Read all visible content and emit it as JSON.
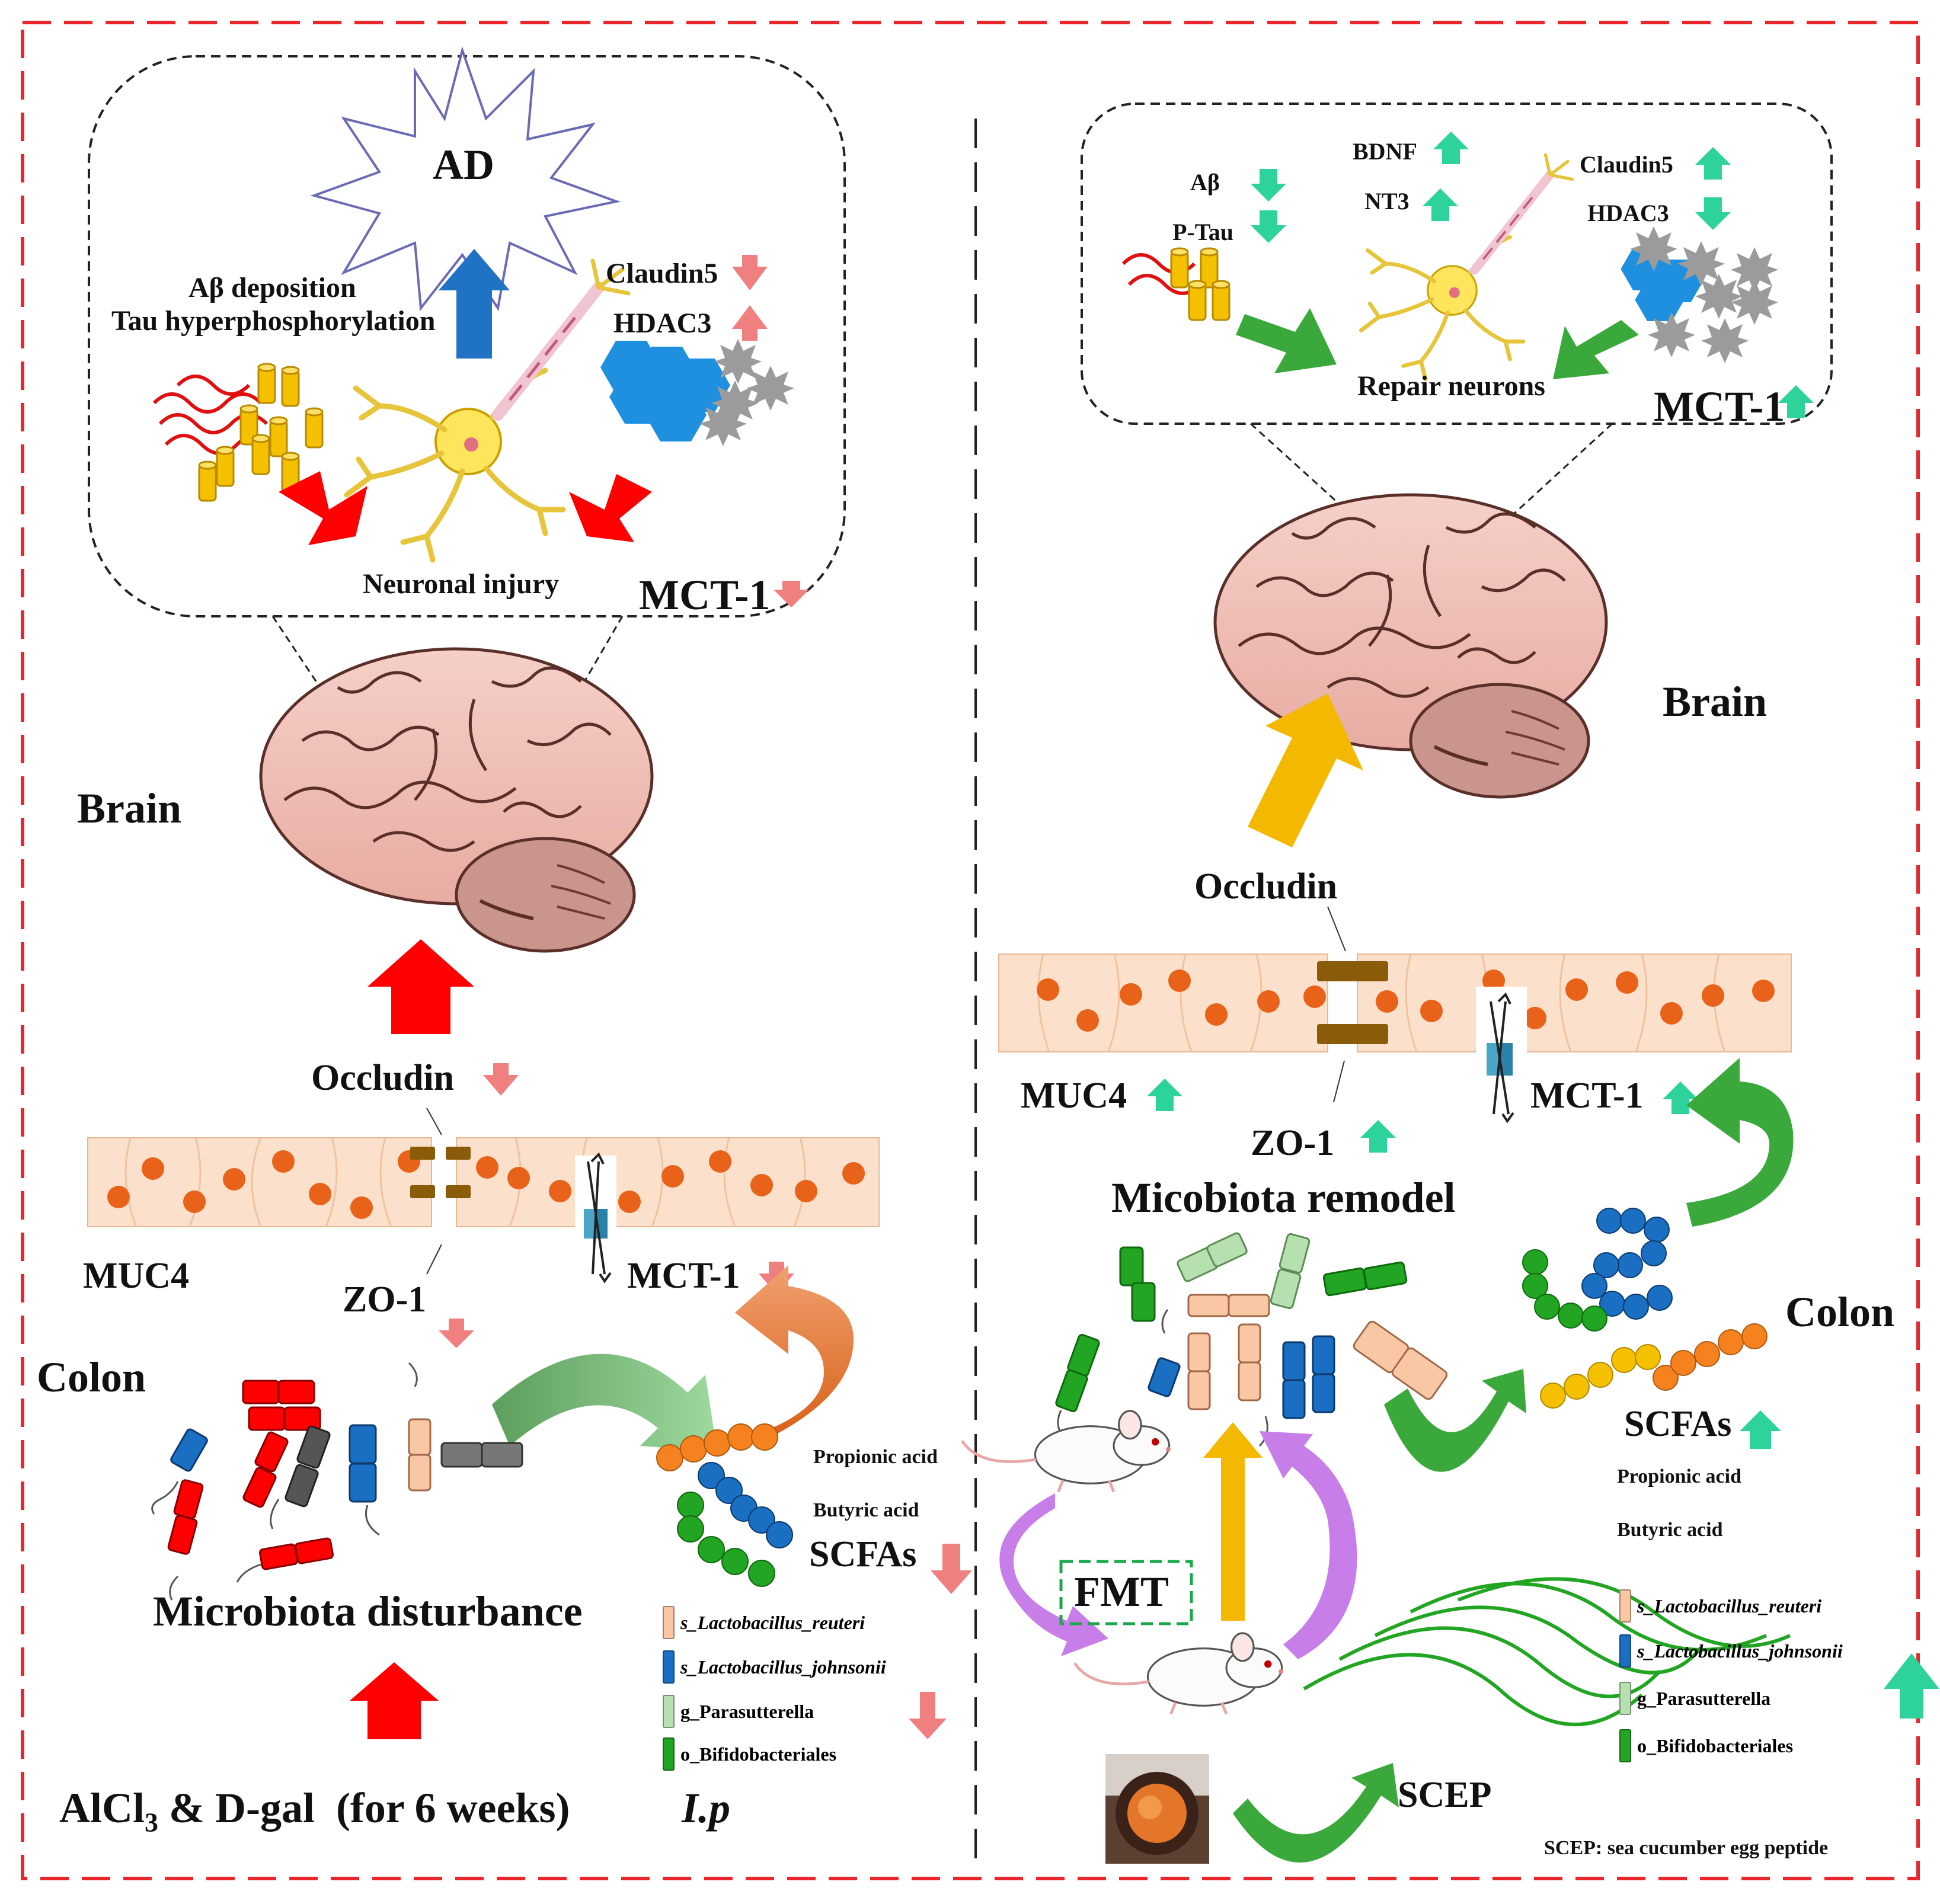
{
  "colors": {
    "border_red": "#e8262b",
    "arrow_red": "#ff0000",
    "arrow_blue": "#1f72c4",
    "arrow_down_pink": "#f08080",
    "arrow_teal": "#2ed39b",
    "arrow_yellow": "#f5b800",
    "arrow_green": "#3aa83a",
    "arrow_purple": "#c77ee8",
    "arrow_orange": "#e26a1c",
    "tissue": "#fbe1cc",
    "nucleus": "#e8621a",
    "junction": "#8a5c0a"
  },
  "left": {
    "ad": "AD",
    "abeta_deposition": "Aβ deposition",
    "tau_hyper": "Tau hyperphosphorylation",
    "claudin5": "Claudin5",
    "hdac3": "HDAC3",
    "neuronal_injury": "Neuronal injury",
    "mct1_brain": "MCT-1",
    "brain": "Brain",
    "occludin": "Occludin",
    "muc4": "MUC4",
    "zo1": "ZO-1",
    "mct1_colon": "MCT-1",
    "colon": "Colon",
    "propionic": "Propionic acid",
    "butyric": "Butyric acid",
    "scfas": "SCFAs",
    "microbiota_disturbance": "Microbiota disturbance",
    "treatment_a": "AlCl",
    "treatment_sub": "3",
    "treatment_b": " & D-gal  (for 6 weeks)",
    "ip": "I.p",
    "legend": [
      {
        "label": "s_Lactobacillus_reuteri",
        "color": "#f9c7a4",
        "italic": true
      },
      {
        "label": "s_Lactobacillus_johnsonii",
        "color": "#1b6fc2",
        "italic": true
      },
      {
        "label": "g_Parasutterella",
        "color": "#b7e0b1",
        "italic": false
      },
      {
        "label": "o_Bifidobacteriales",
        "color": "#22a522",
        "italic": false
      }
    ]
  },
  "right": {
    "abeta": "Aβ",
    "ptau": "P-Tau",
    "bdnf": "BDNF",
    "nt3": "NT3",
    "claudin5": "Claudin5",
    "hdac3": "HDAC3",
    "repair": "Repair neurons",
    "mct1_brain": "MCT-1",
    "brain": "Brain",
    "occludin": "Occludin",
    "muc4": "MUC4",
    "zo1": "ZO-1",
    "mct1_colon": "MCT-1",
    "remodel": "Micobiota remodel",
    "colon": "Colon",
    "scfas": "SCFAs",
    "propionic": "Propionic acid",
    "butyric": "Butyric acid",
    "fmt": "FMT",
    "scep": "SCEP",
    "footnote": "SCEP: sea cucumber egg peptide",
    "legend": [
      {
        "label": "s_Lactobacillus_reuteri",
        "color": "#f9c7a4",
        "italic": true
      },
      {
        "label": "s_Lactobacillus_johnsonii",
        "color": "#1b6fc2",
        "italic": true
      },
      {
        "label": "g_Parasutterella",
        "color": "#b7e0b1",
        "italic": false
      },
      {
        "label": "o_Bifidobacteriales",
        "color": "#22a522",
        "italic": false
      }
    ]
  }
}
